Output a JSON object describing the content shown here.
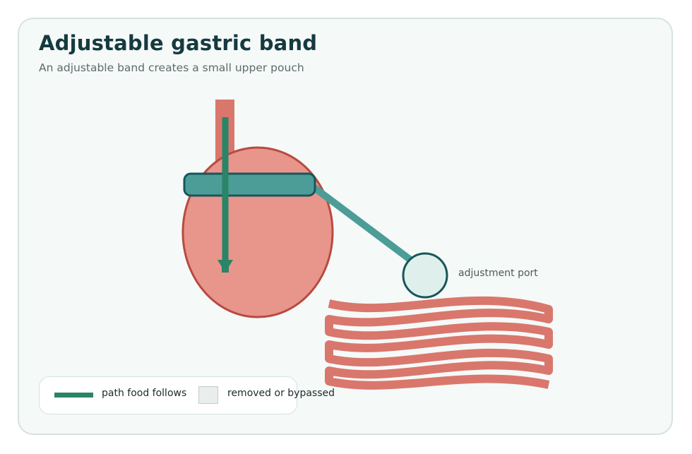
{
  "title": "Adjustable gastric band",
  "subtitle": "An adjustable band creates a small upper pouch",
  "labels": {
    "port": "adjustment port"
  },
  "legend": {
    "path_label": "path food follows",
    "removed_label": "removed or bypassed"
  },
  "colors": {
    "background": "#f5f9f8",
    "organ": "#e8958c",
    "organ_stroke": "#b84a40",
    "esophagus": "#d9776c",
    "intestine": "#d9776c",
    "band": "#4c9d97",
    "band_stroke": "#17565a",
    "port_fill": "#dff0ec",
    "food_path": "#2a8468",
    "removed": "#e9edec"
  }
}
